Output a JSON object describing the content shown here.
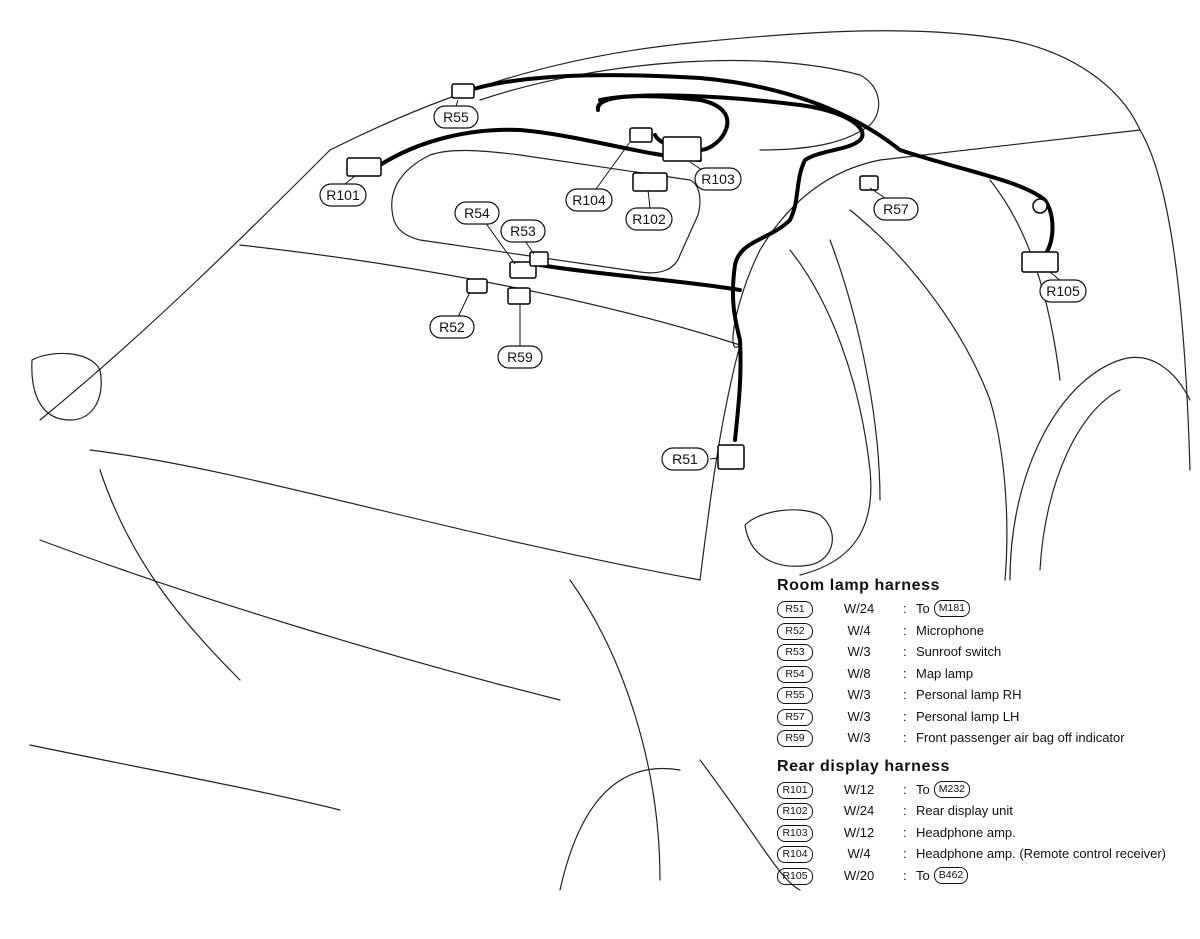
{
  "callouts": {
    "r55": "R55",
    "r101": "R101",
    "r104": "R104",
    "r103": "R103",
    "r102": "R102",
    "r54": "R54",
    "r53": "R53",
    "r57": "R57",
    "r105": "R105",
    "r52": "R52",
    "r59": "R59",
    "r51": "R51"
  },
  "legend": {
    "room_title": "Room lamp harness",
    "room_rows": [
      {
        "code": "R51",
        "wire": "W/24",
        "colon": ":",
        "desc": "To",
        "ref": "M181"
      },
      {
        "code": "R52",
        "wire": "W/4",
        "colon": ":",
        "desc": "Microphone"
      },
      {
        "code": "R53",
        "wire": "W/3",
        "colon": ":",
        "desc": "Sunroof switch"
      },
      {
        "code": "R54",
        "wire": "W/8",
        "colon": ":",
        "desc": "Map lamp"
      },
      {
        "code": "R55",
        "wire": "W/3",
        "colon": ":",
        "desc": "Personal lamp RH"
      },
      {
        "code": "R57",
        "wire": "W/3",
        "colon": ":",
        "desc": "Personal lamp LH"
      },
      {
        "code": "R59",
        "wire": "W/3",
        "colon": ":",
        "desc": "Front passenger air bag off indicator"
      }
    ],
    "rear_title": "Rear display harness",
    "rear_rows": [
      {
        "code": "R101",
        "wire": "W/12",
        "colon": ":",
        "desc": "To",
        "ref": "M232"
      },
      {
        "code": "R102",
        "wire": "W/24",
        "colon": ":",
        "desc": "Rear display unit"
      },
      {
        "code": "R103",
        "wire": "W/12",
        "colon": ":",
        "desc": "Headphone amp."
      },
      {
        "code": "R104",
        "wire": "W/4",
        "colon": ":",
        "desc": "Headphone amp. (Remote control receiver)"
      },
      {
        "code": "R105",
        "wire": "W/20",
        "colon": ":",
        "desc": "To",
        "ref": "B462"
      }
    ]
  }
}
